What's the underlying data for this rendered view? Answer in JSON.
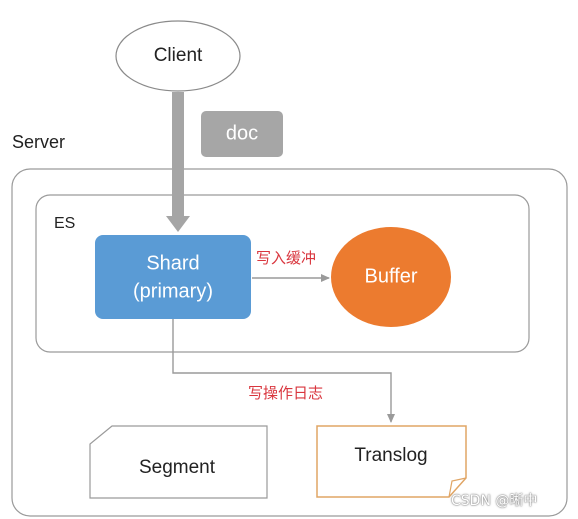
{
  "nodes": {
    "client": "Client",
    "doc": "doc",
    "server": "Server",
    "es": "ES",
    "shard_line1": "Shard",
    "shard_line2": "(primary)",
    "buffer": "Buffer",
    "segment": "Segment",
    "translog": "Translog"
  },
  "edges": {
    "write_buffer": "写入缓冲",
    "write_log": "写操作日志"
  },
  "watermark": "CSDN @晰中",
  "colors": {
    "shard_fill": "#5a9bd5",
    "buffer_fill": "#ec7b2f",
    "doc_fill": "#a6a6a6",
    "translog_border": "#e0a565",
    "edge_label": "#d9363e",
    "arrow_gray": "#a5a5a5"
  }
}
